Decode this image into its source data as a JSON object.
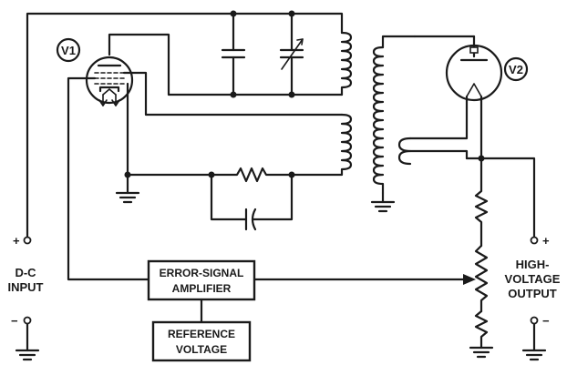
{
  "labels": {
    "v1": "V1",
    "v2": "V2",
    "error_amp_line1": "ERROR-SIGNAL",
    "error_amp_line2": "AMPLIFIER",
    "reference_line1": "REFERENCE",
    "reference_line2": "VOLTAGE",
    "input_line1": "D-C",
    "input_line2": "INPUT",
    "output_line1": "HIGH-",
    "output_line2": "VOLTAGE",
    "output_line3": "OUTPUT",
    "input_plus": "+",
    "input_minus": "−",
    "output_plus": "+",
    "output_minus": "−"
  }
}
